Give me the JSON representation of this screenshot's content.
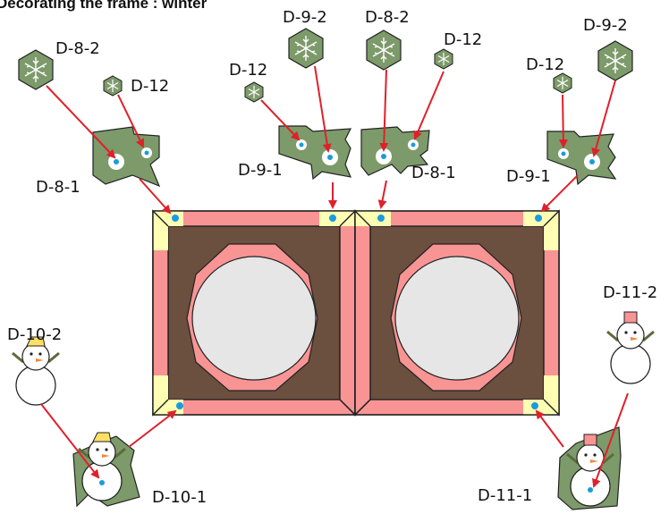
{
  "title": "Decorating the frame : winter",
  "colors": {
    "frame_pink": "#f99494",
    "frame_corner_yellow": "#ffffb3",
    "frame_inner_brown": "#6b4f3f",
    "window_circle": "#e6e6e6",
    "decoration_green": "#7d9a6a",
    "snowman_white": "#ffffff",
    "arrow_red": "#e0202a",
    "dot_blue": "#1a9be0"
  },
  "labels": {
    "d8_2_left": "D-8-2",
    "d12_left": "D-12",
    "d8_1_left": "D-8-1",
    "d12_mid": "D-12",
    "d9_2_mid": "D-9-2",
    "d9_1_mid": "D-9-1",
    "d8_2_mid": "D-8-2",
    "d12_midright": "D-12",
    "d8_1_mid": "D-8-1",
    "d12_right": "D-12",
    "d9_2_right": "D-9-2",
    "d9_1_right": "D-9-1",
    "d10_2": "D-10-2",
    "d10_1": "D-10-1",
    "d11_2": "D-11-2",
    "d11_1": "D-11-1"
  },
  "icons": {
    "snowflake_large": "hexagon-snowflake-icon",
    "snowflake_small": "small-snowflake-icon",
    "snowman": "snowman-icon"
  }
}
